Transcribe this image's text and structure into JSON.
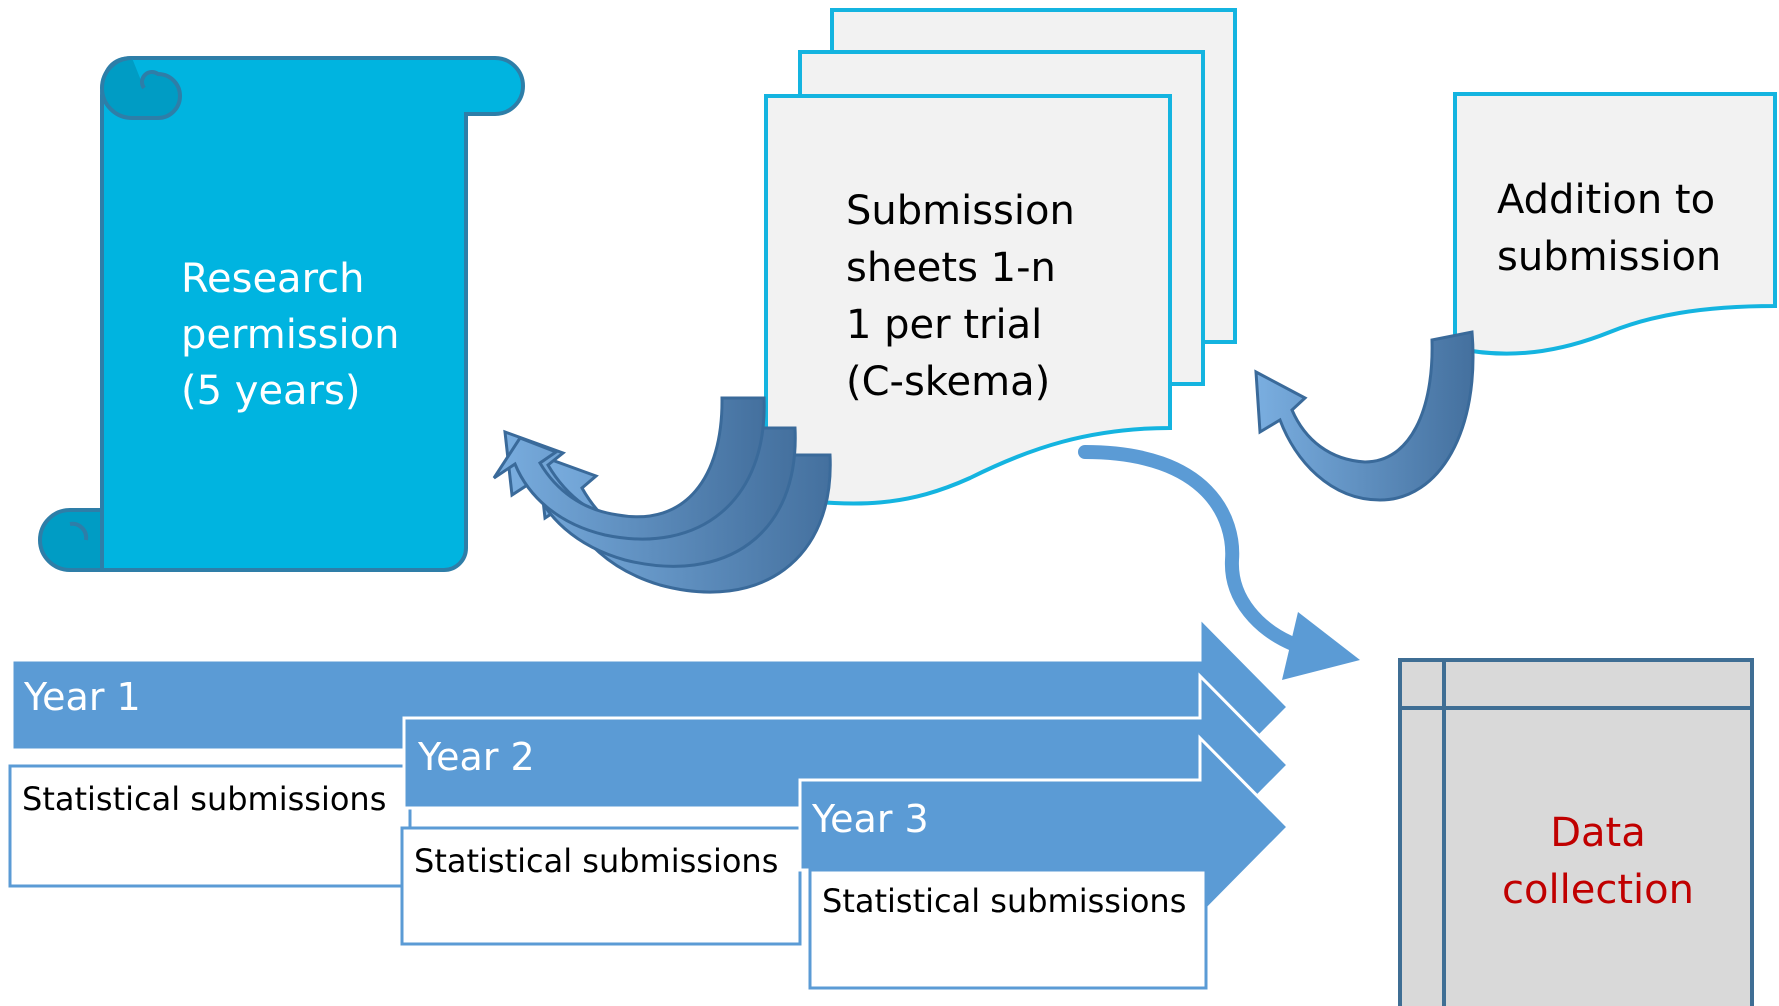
{
  "scroll": {
    "lines": [
      "Research",
      "permission",
      "(5 years)"
    ]
  },
  "submission_sheets": {
    "lines": [
      "Submission",
      "sheets 1-n",
      "1 per trial",
      "(C-skema)"
    ]
  },
  "addition": {
    "lines": [
      "Addition to",
      "submission"
    ]
  },
  "years": [
    {
      "label": "Year 1",
      "submissions": "Statistical submissions"
    },
    {
      "label": "Year 2",
      "submissions": "Statistical submissions"
    },
    {
      "label": "Year 3",
      "submissions": "Statistical submissions"
    }
  ],
  "data_collection": {
    "lines": [
      "Data",
      "collection"
    ]
  },
  "colors": {
    "scroll_fill": "#00b4e0",
    "scroll_outline": "#2e7ea8",
    "doc_fill": "#f2f2f2",
    "doc_outline": "#14b4e0",
    "arrow_fill": "#5b9bd5",
    "curved_arrow_dark": "#4a78a8",
    "box_outline": "#5b9bd5",
    "data_box_fill": "#d9d9d9",
    "data_box_outline": "#3f6e94",
    "data_text": "#c00000",
    "year_text": "#ffffff"
  }
}
